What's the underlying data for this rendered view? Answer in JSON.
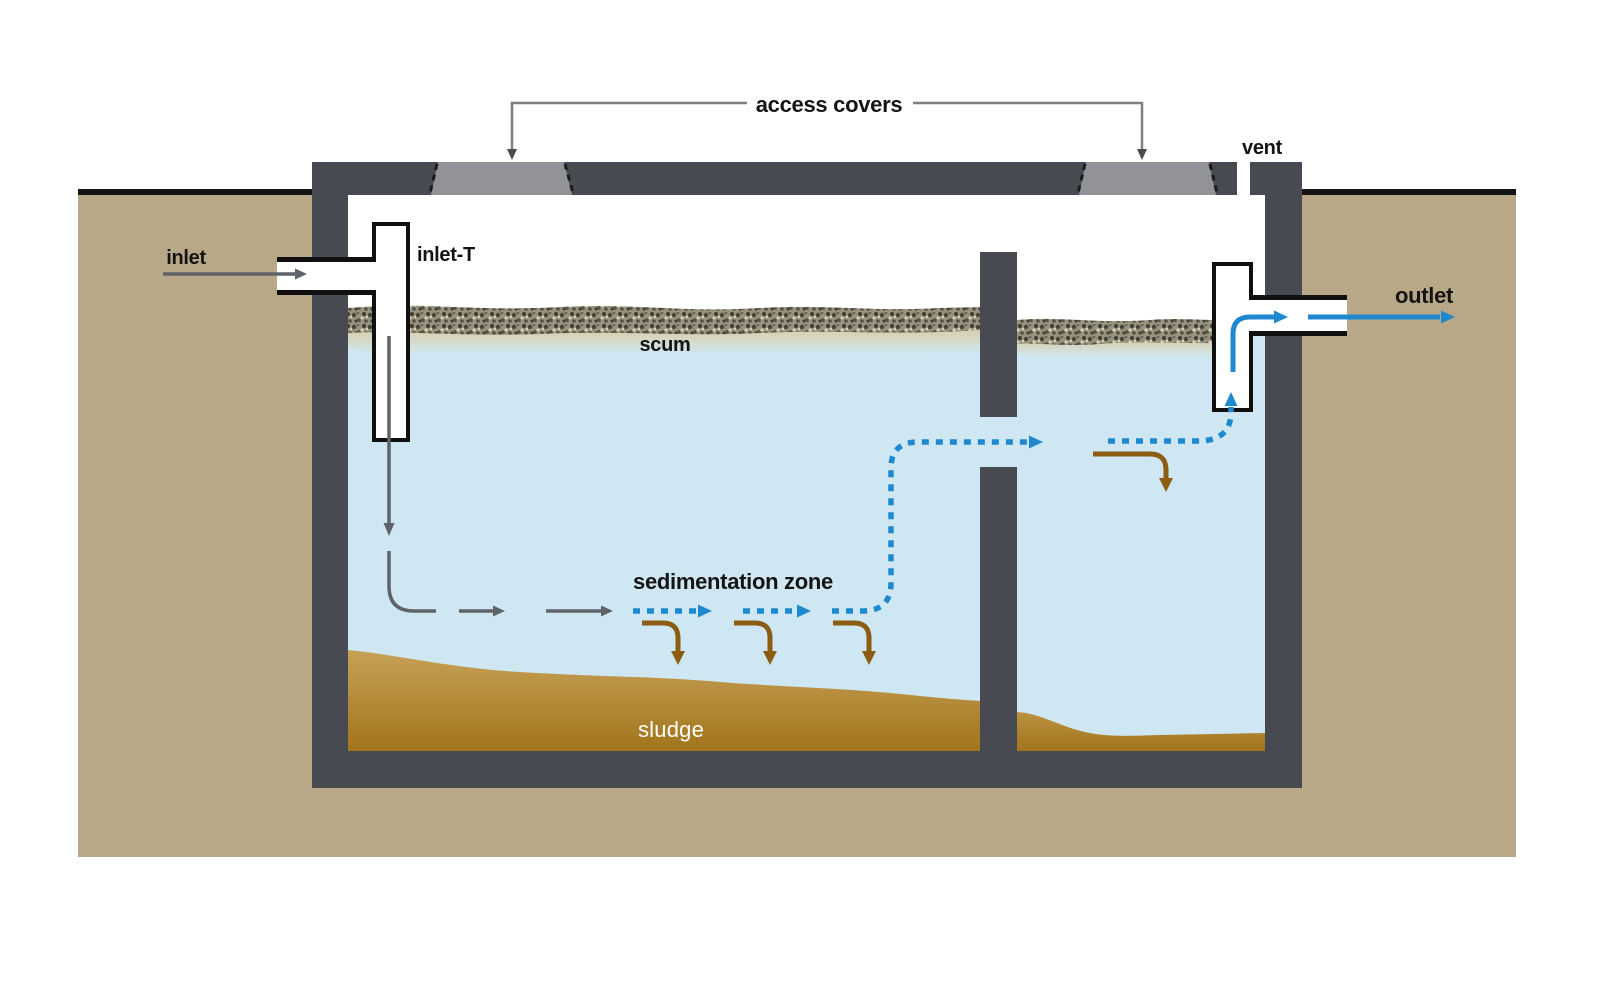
{
  "diagram": {
    "labels": {
      "inlet": "inlet",
      "inlet_t": "inlet-T",
      "access_covers": "access covers",
      "vent": "vent",
      "outlet": "outlet",
      "scum": "scum",
      "sedimentation_zone": "sedimentation zone",
      "sludge": "sludge"
    },
    "colors": {
      "soil": "#b9a888",
      "tank_wall": "#474b51",
      "access_cover": "#919396",
      "ground_line": "#141414",
      "water": "#cfe7f3",
      "scum_speckle_base": "#97937d",
      "scum_beige": "#d9d3b7",
      "sludge_top": "#c7a157",
      "sludge_bottom": "#a2751c",
      "flow_blue": "#1e89cf",
      "flow_gray": "#5f6367",
      "flow_brown": "#8b5c12",
      "pipe_outline": "#101010",
      "pipe_fill": "#ffffff",
      "bracket_line": "#7d8083"
    }
  }
}
